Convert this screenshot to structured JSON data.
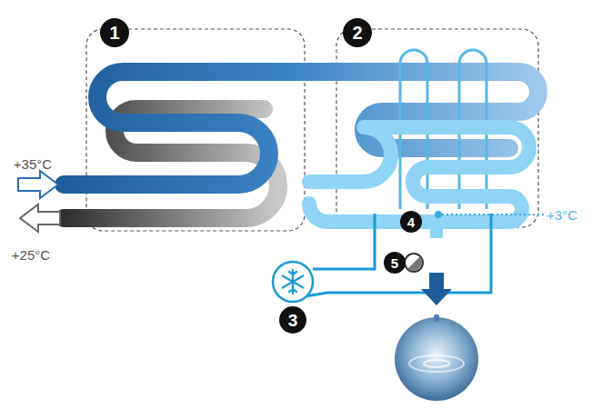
{
  "diagram": {
    "labels": [
      "1",
      "2",
      "3",
      "4",
      "5",
      "+35°C",
      "+25°C",
      "+3°C"
    ]
  }
}
